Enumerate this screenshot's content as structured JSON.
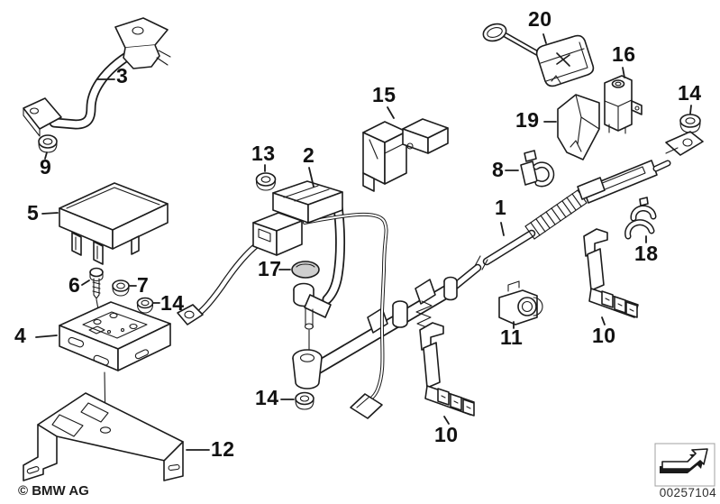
{
  "colors": {
    "background": "#ffffff",
    "line": "#1c1c1c",
    "label": "#111111",
    "cap_shade": "#cfcfcf",
    "icon_box_border": "#a0a0a0"
  },
  "callouts": {
    "c3": "3",
    "c9": "9",
    "c5": "5",
    "c6": "6",
    "c7": "7",
    "c14_left": "14",
    "c4": "4",
    "c12": "12",
    "c13": "13",
    "c2": "2",
    "c17": "17",
    "c14_center": "14",
    "c15": "15",
    "c20": "20",
    "c16": "16",
    "c14_right": "14",
    "c19": "19",
    "c8": "8",
    "c1": "1",
    "c11": "11",
    "c10_center": "10",
    "c10_right": "10",
    "c18": "18"
  },
  "footer": {
    "copyright": "© BMW AG",
    "image_number": "00257104"
  }
}
